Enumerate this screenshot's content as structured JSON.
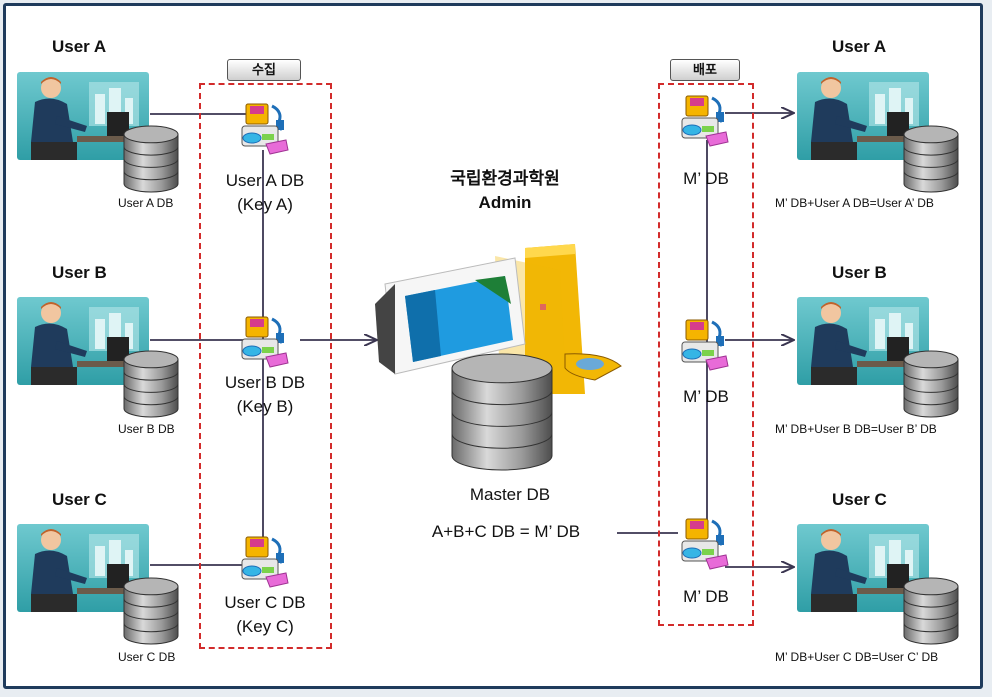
{
  "tags": {
    "collect": "수집",
    "distribute": "배포"
  },
  "left_users": [
    {
      "title": "User A",
      "db_caption": "User A DB",
      "node_line1": "User A  DB",
      "node_line2": "(Key A)"
    },
    {
      "title": "User B",
      "db_caption": "User B DB",
      "node_line1": "User B  DB",
      "node_line2": "(Key B)"
    },
    {
      "title": "User C",
      "db_caption": "User C DB",
      "node_line1": "User C  DB",
      "node_line2": "(Key C)"
    }
  ],
  "right_users": [
    {
      "title": "User A",
      "db_caption": "M’ DB+User A DB=User A’ DB",
      "node_label": "M’ DB"
    },
    {
      "title": "User B",
      "db_caption": "M’ DB+User B DB=User B’ DB",
      "node_label": "M’ DB"
    },
    {
      "title": "User C",
      "db_caption": "M’ DB+User C DB=User C’ DB",
      "node_label": "M’ DB"
    }
  ],
  "center": {
    "org_name": "국립환경과학원",
    "role": "Admin",
    "master_label": "Master DB",
    "formula": "A+B+C DB = M’ DB"
  },
  "colors": {
    "frame": "#1f3b5c",
    "dashed_border": "#d22b2b",
    "line": "#3a3550"
  }
}
